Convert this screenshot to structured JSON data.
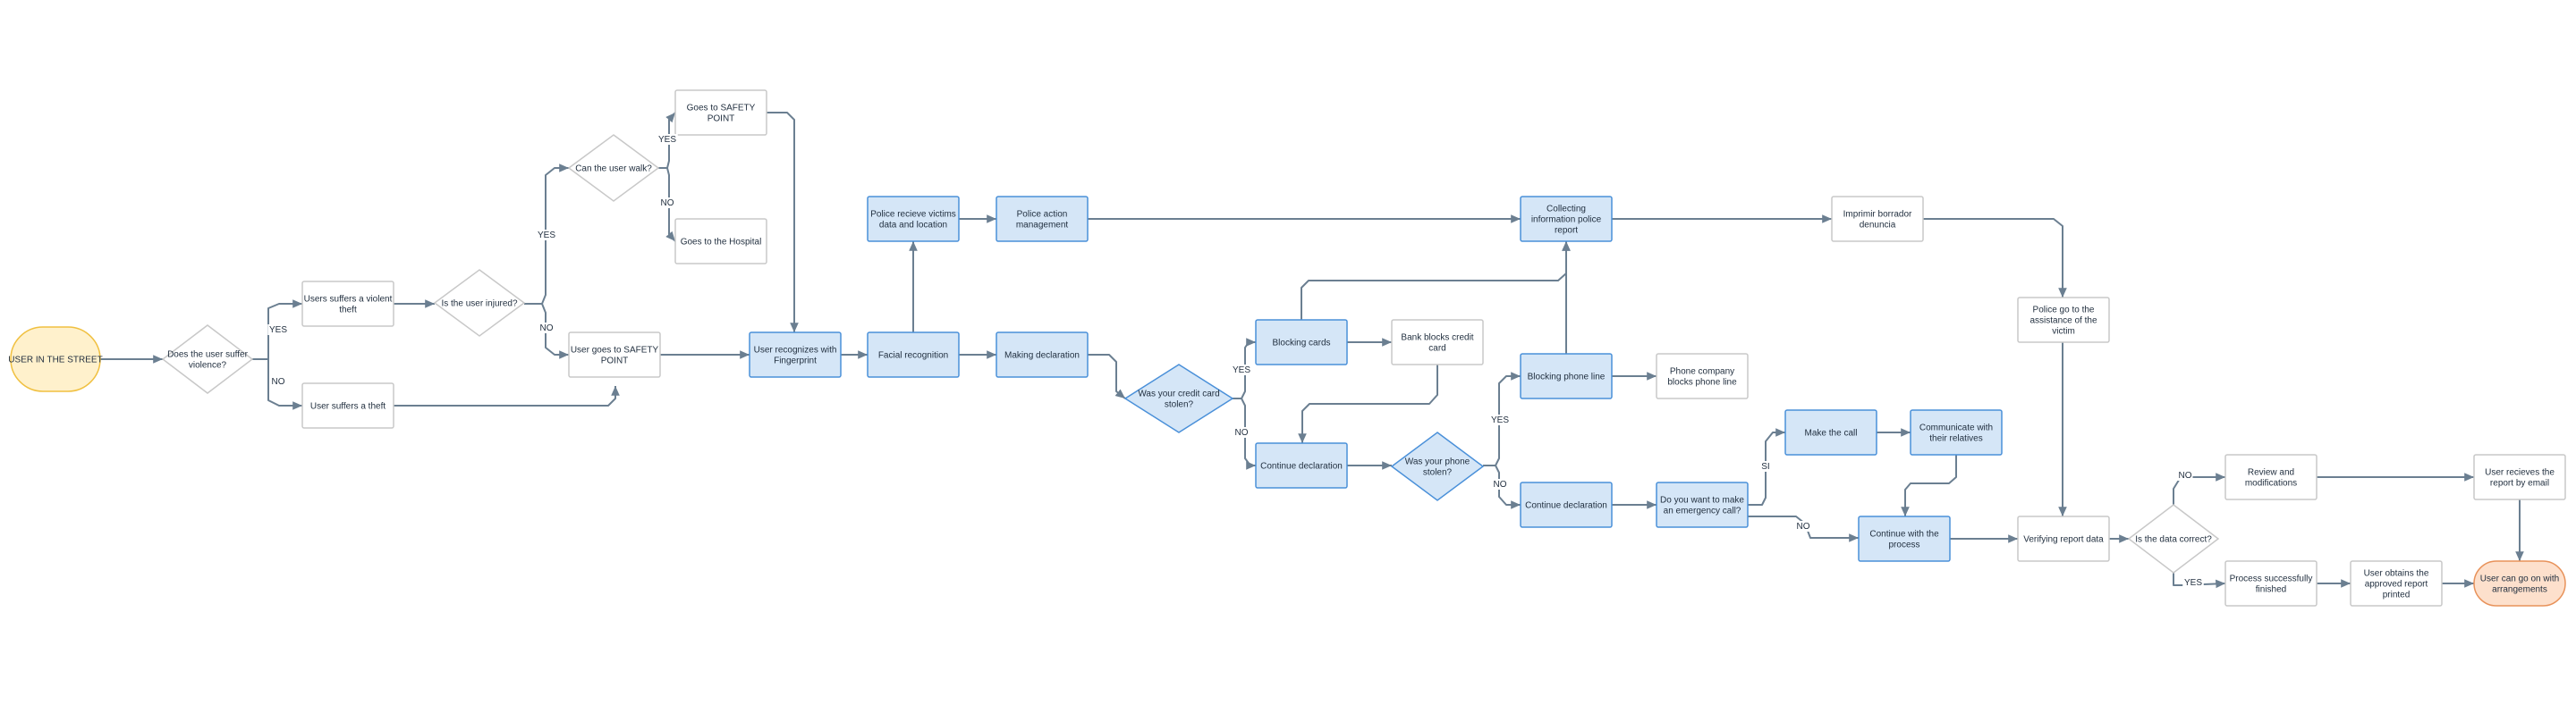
{
  "nodes": {
    "start": {
      "text": [
        "USER IN THE STREET"
      ],
      "kind": "terminal-start"
    },
    "q_violence": {
      "text": [
        "Does the user suffer",
        "violence?"
      ],
      "kind": "decision"
    },
    "violent_theft": {
      "text": [
        "Users suffers a violent",
        "theft"
      ],
      "kind": "box"
    },
    "theft": {
      "text": [
        "User suffers a theft"
      ],
      "kind": "box"
    },
    "q_injured": {
      "text": [
        "Is the user injured?"
      ],
      "kind": "decision"
    },
    "q_walk": {
      "text": [
        "Can the user walk?"
      ],
      "kind": "decision"
    },
    "safety_top": {
      "text": [
        "Goes to SAFETY",
        "POINT"
      ],
      "kind": "box"
    },
    "hospital": {
      "text": [
        "Goes to the Hospital"
      ],
      "kind": "box"
    },
    "safety_user": {
      "text": [
        "User goes to SAFETY",
        "POINT"
      ],
      "kind": "box"
    },
    "fingerprint": {
      "text": [
        "User recognizes with",
        "Fingerprint"
      ],
      "kind": "process"
    },
    "facial": {
      "text": [
        "Facial recognition"
      ],
      "kind": "process"
    },
    "police_receive": {
      "text": [
        "Police recieve victims",
        "data and location"
      ],
      "kind": "process"
    },
    "police_action": {
      "text": [
        "Police action",
        "management"
      ],
      "kind": "process"
    },
    "declaration": {
      "text": [
        "Making declaration"
      ],
      "kind": "process"
    },
    "q_card": {
      "text": [
        "Was your credit card",
        "stolen?"
      ],
      "kind": "decision-filled"
    },
    "blocking_cards": {
      "text": [
        "Blocking cards"
      ],
      "kind": "process"
    },
    "bank_blocks": {
      "text": [
        "Bank blocks credit",
        "card"
      ],
      "kind": "box"
    },
    "continue1": {
      "text": [
        "Continue declaration"
      ],
      "kind": "process"
    },
    "q_phone": {
      "text": [
        "Was your phone",
        "stolen?"
      ],
      "kind": "decision-filled"
    },
    "collecting": {
      "text": [
        "Collecting",
        "information police",
        "report"
      ],
      "kind": "process"
    },
    "blocking_phone": {
      "text": [
        "Blocking phone line"
      ],
      "kind": "process"
    },
    "phone_company": {
      "text": [
        "Phone company",
        "blocks phone line"
      ],
      "kind": "box"
    },
    "continue2": {
      "text": [
        "Continue declaration"
      ],
      "kind": "process"
    },
    "q_emergency": {
      "text": [
        "Do you want to make",
        "an emergency call?"
      ],
      "kind": "process"
    },
    "make_call": {
      "text": [
        "Make the call"
      ],
      "kind": "process"
    },
    "communicate": {
      "text": [
        "Communicate with",
        "their relatives"
      ],
      "kind": "process"
    },
    "continue_process": {
      "text": [
        "Continue with the",
        "process"
      ],
      "kind": "process"
    },
    "imprimir": {
      "text": [
        "Imprimir borrador",
        "denuncia"
      ],
      "kind": "box"
    },
    "police_go": {
      "text": [
        "Police go to the",
        "assistance of the",
        "victim"
      ],
      "kind": "box"
    },
    "verifying": {
      "text": [
        "Verifying report data"
      ],
      "kind": "box"
    },
    "q_correct": {
      "text": [
        "Is the data correct?"
      ],
      "kind": "decision"
    },
    "review": {
      "text": [
        "Review and",
        "modifications"
      ],
      "kind": "box"
    },
    "receives_email": {
      "text": [
        "User recieves the",
        "report by email"
      ],
      "kind": "box"
    },
    "finished": {
      "text": [
        "Process successfully",
        "finished"
      ],
      "kind": "box"
    },
    "obtains": {
      "text": [
        "User obtains the",
        "approved report",
        "printed"
      ],
      "kind": "box"
    },
    "end": {
      "text": [
        "User can go on with",
        "arrangements"
      ],
      "kind": "terminal-end"
    }
  },
  "edge_labels": {
    "violence_yes": "YES",
    "violence_no": "NO",
    "injured_yes": "YES",
    "injured_no": "NO",
    "walk_yes": "YES",
    "walk_no": "NO",
    "card_yes": "YES",
    "card_no": "NO",
    "phone_yes": "YES",
    "phone_no": "NO",
    "emergency_si": "SI",
    "emergency_no": "NO",
    "correct_no": "NO",
    "correct_yes": "YES"
  },
  "colors": {
    "process_fill": "#d5e6f7",
    "process_stroke": "#4a90d9",
    "box_stroke": "#c8c8c8",
    "start_fill": "#fff1cc",
    "start_stroke": "#f0c040",
    "end_fill": "#fde0cc",
    "end_stroke": "#e8925a",
    "edge": "#6b7f91",
    "text": "#1f2d3d"
  }
}
